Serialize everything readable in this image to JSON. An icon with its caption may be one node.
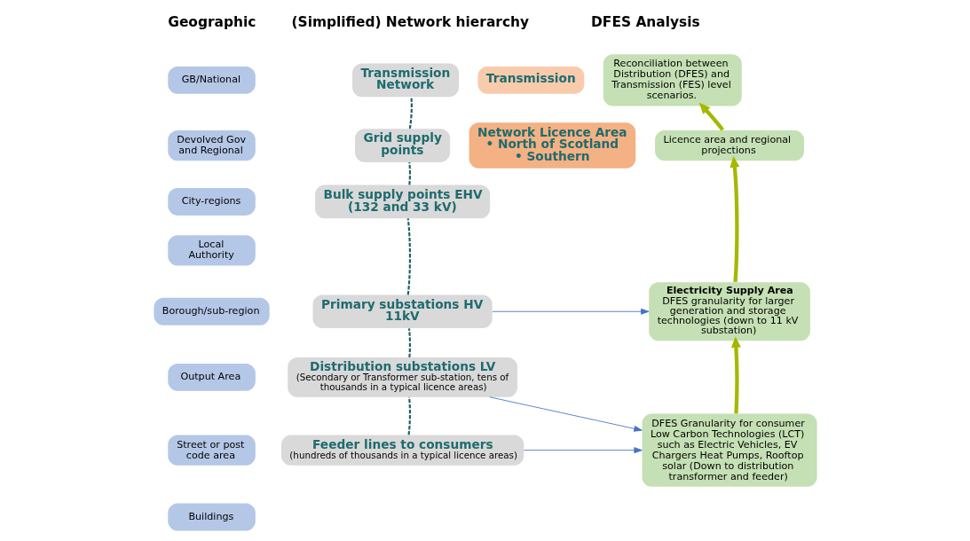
{
  "diagram": {
    "nodes": [
      {
        "text": [
          "GB/National"
        ]
      },
      {
        "text": [
          "Devolved Gov and Regional"
        ]
      },
      {
        "text": [
          "City-regions"
        ]
      },
      {
        "text": [
          "Local Authority"
        ]
      },
      {
        "text": [
          "Borough/sub-region"
        ]
      },
      {
        "text": [
          "Output Area"
        ]
      },
      {
        "text": [
          "Street or post code area"
        ]
      },
      {
        "text": [
          "Buildings"
        ]
      },
      {
        "text": [
          "Transmission Network"
        ]
      },
      {
        "text": [
          "Transmission"
        ]
      },
      {
        "text": [
          "Grid supply points"
        ]
      },
      {
        "text": [
          "Network Licence Area",
          "• North of Scotland",
          "• Southern"
        ]
      },
      {
        "text": [
          "Bulk supply points EHV (132 and 33 kV)"
        ]
      },
      {
        "text": [
          "Primary substations HV 11kV"
        ]
      },
      {
        "text": [
          "Distribution substations LV",
          "(Secondary or Transformer sub-station, tens of thousands in a typical licence areas)"
        ]
      },
      {
        "text": [
          "Feeder lines to consumers",
          "(hundreds of thousands in a typical licence areas)"
        ]
      },
      {
        "text": [
          "Reconciliation between Distribution (DFES) and Transmission (FES) level scenarios."
        ]
      },
      {
        "text": [
          "Licence area and regional projections"
        ]
      },
      {
        "text": [
          "Electricity Supply Area",
          "DFES granularity for larger generation and storage technologies (down to 11 kV substation)"
        ]
      },
      {
        "text": [
          "DFES Granularity for consumer Low Carbon Technologies (LCT) such as Electric Vehicles, EV Chargers Heat Pumps, Rooftop solar (Down to distribution transformer and feeder)"
        ]
      }
    ],
    "edges": [
      {
        "from": 10,
        "to": 8,
        "arrow": "none",
        "style": "dashed",
        "color": "#1f5f63"
      },
      {
        "from": 12,
        "to": 10,
        "arrow": "none",
        "style": "dashed",
        "color": "#1f5f63"
      },
      {
        "from": 13,
        "to": 12,
        "arrow": "none",
        "style": "dashed",
        "color": "#1f5f63"
      },
      {
        "from": 14,
        "to": 13,
        "arrow": "none",
        "style": "dashed",
        "color": "#1f5f63"
      },
      {
        "from": 15,
        "to": 14,
        "arrow": "none",
        "style": "dashed",
        "color": "#1f5f63"
      },
      {
        "from": 13,
        "to": 18,
        "arrow": "to",
        "color": "#4472c4"
      },
      {
        "from": 14,
        "to": 19,
        "arrow": "to",
        "color": "#4472c4"
      },
      {
        "from": 15,
        "to": 19,
        "arrow": "to",
        "color": "#4472c4"
      },
      {
        "from": 19,
        "to": 18,
        "arrow": "to",
        "style": "thick",
        "color": "#a5b800"
      },
      {
        "from": 18,
        "to": 17,
        "arrow": "to",
        "style": "thick",
        "color": "#a5b800"
      },
      {
        "from": 17,
        "to": 16,
        "arrow": "to",
        "style": "thick",
        "color": "#a5b800"
      }
    ],
    "labels": [
      "Geographic",
      "(Simplified) Network hierarchy",
      "DFES Analysis"
    ]
  }
}
